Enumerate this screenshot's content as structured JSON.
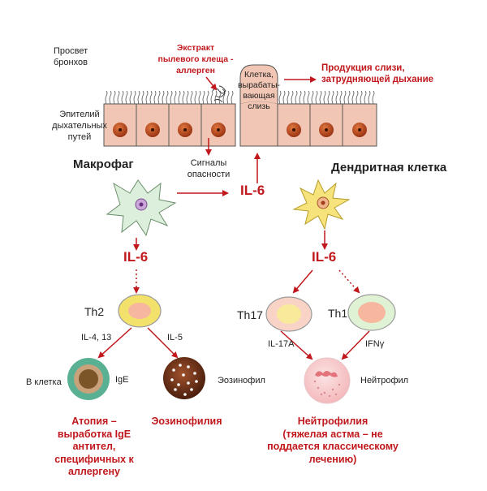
{
  "labels": {
    "lumen": "Просвет\nбронхов",
    "epithelium": "Эпителий\nдыхательных\nпутей",
    "allergen": "Экстракт\nпылевого клеща -\nаллерген",
    "mucus_cell": "Клетка,\nвырабаты-\nвающая\nслизь",
    "mucus_production": "Продукция слизи,\nзатрудняющей дыхание",
    "danger_signals": "Сигналы\nопасности",
    "macrophage": "Макрофаг",
    "dendritic": "Дендритная клетка",
    "il6_center": "IL-6",
    "il6_left": "IL-6",
    "il6_right": "IL-6",
    "th2": "Th2",
    "th17": "Th17",
    "th1": "Th1",
    "il4_13": "IL-4, 13",
    "il5": "IL-5",
    "il17a": "IL-17A",
    "ifng": "IFNγ",
    "b_cell": "В клетка",
    "ige": "IgE",
    "eosinophil": "Эозинофил",
    "neutrophil": "Нейтрофил",
    "atopy": "Атопия –\nвыработка IgE\nантител,\nспецифичных к\nаллергену",
    "eosinophilia": "Эозинофилия",
    "neutrophilia": "Нейтрофилия\n(тяжелая астма – не\nподдается классическому\nлечению)"
  },
  "colors": {
    "arrow_red": "#c0181c",
    "epithelium_fill": "#f2c6b4",
    "nucleus": "#b94a1f"
  }
}
